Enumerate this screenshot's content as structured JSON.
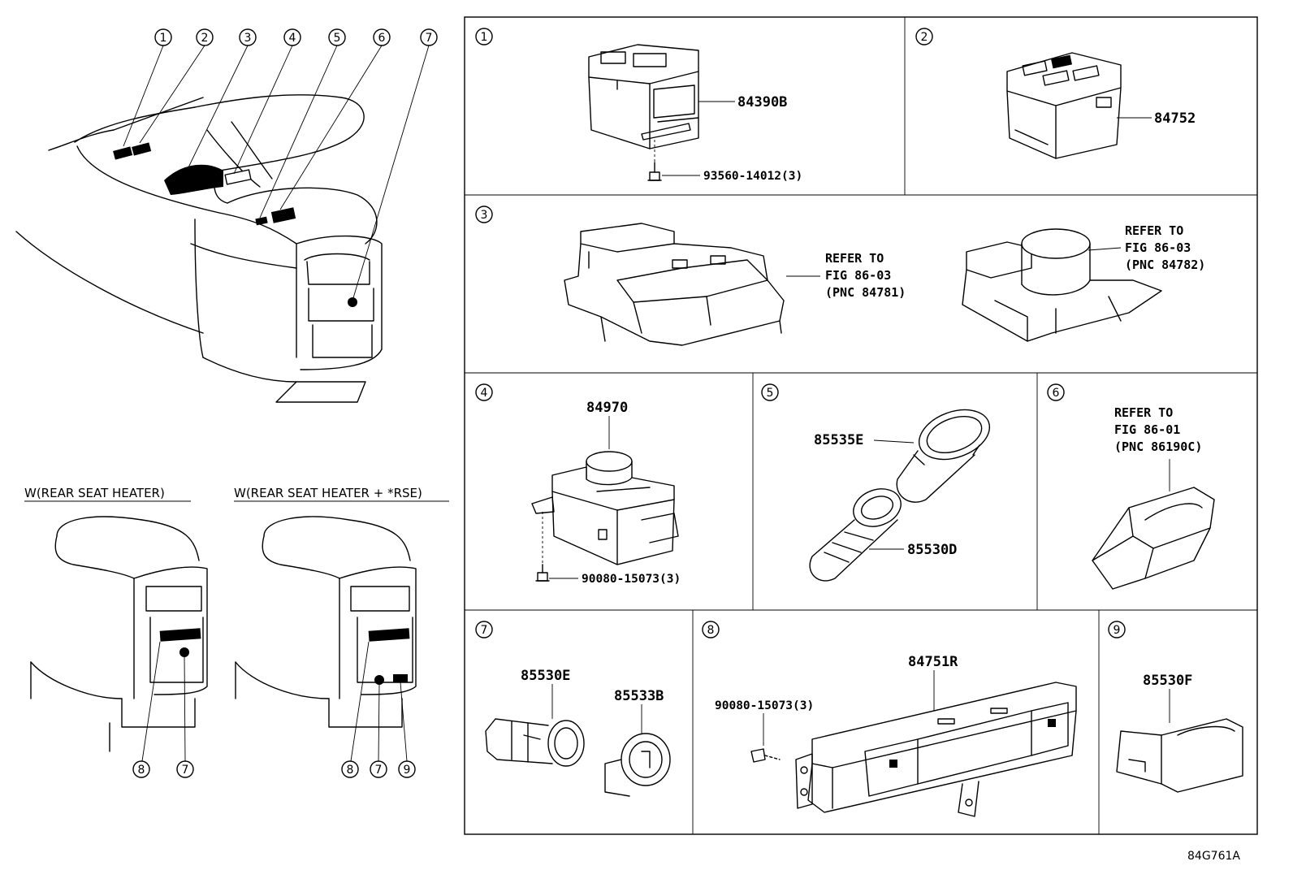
{
  "callouts": [
    "1",
    "2",
    "3",
    "4",
    "5",
    "6",
    "7",
    "8",
    "9"
  ],
  "captions": {
    "rear_seat_heater": "W(REAR SEAT HEATER)",
    "rear_seat_heater_rse": "W(REAR SEAT HEATER + *RSE)"
  },
  "panels": {
    "p1": {
      "num": "1",
      "part": "84390B",
      "screw": "93560-14012(3)"
    },
    "p2": {
      "num": "2",
      "part": "84752"
    },
    "p3": {
      "num": "3",
      "ref_a": [
        "REFER TO",
        "FIG 86-03",
        "(PNC 84781)"
      ],
      "ref_b": [
        "REFER TO",
        "FIG 86-03",
        "(PNC 84782)"
      ]
    },
    "p4": {
      "num": "4",
      "part": "84970",
      "screw": "90080-15073(3)"
    },
    "p5": {
      "num": "5",
      "part_a": "85535E",
      "part_b": "85530D"
    },
    "p6": {
      "num": "6",
      "ref": [
        "REFER TO",
        "FIG 86-01",
        "(PNC 86190C)"
      ]
    },
    "p7": {
      "num": "7",
      "part_a": "85530E",
      "part_b": "85533B"
    },
    "p8": {
      "num": "8",
      "part": "84751R",
      "screw": "90080-15073(3)"
    },
    "p9": {
      "num": "9",
      "part": "85530F"
    }
  },
  "figure_code": "84G761A"
}
